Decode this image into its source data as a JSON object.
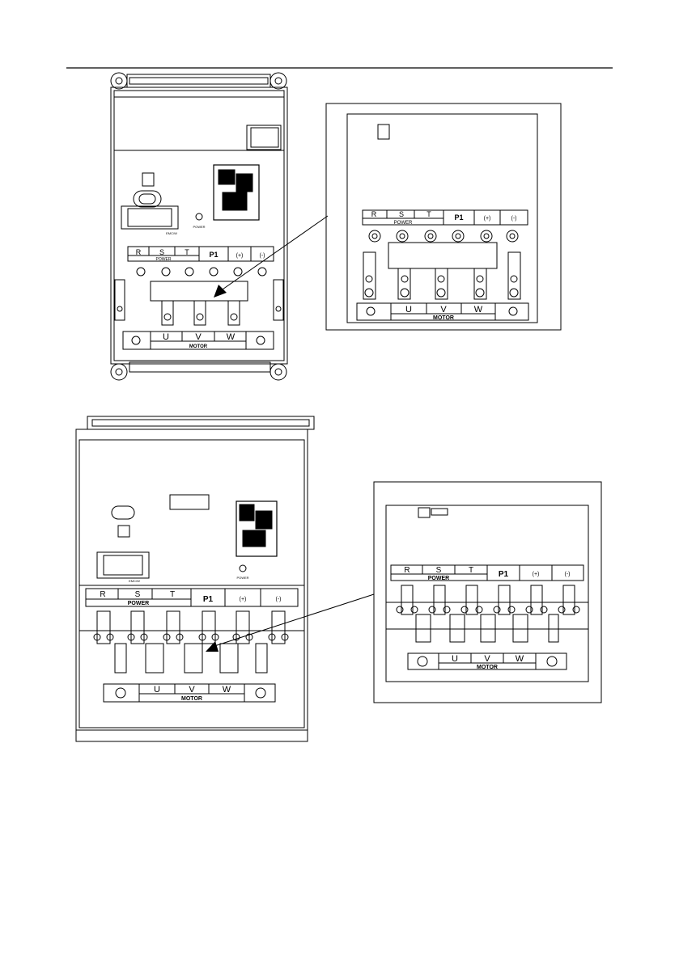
{
  "diagram1": {
    "main": {
      "power_labels": [
        "R",
        "S",
        "T",
        "P1",
        "(+)",
        "(-)"
      ],
      "power_caption": "POWER",
      "motor_labels": [
        "U",
        "V",
        "W"
      ],
      "motor_caption": "MOTOR",
      "fan_label": "POWER",
      "filter_label": "EMC/W"
    },
    "detail": {
      "power_labels": [
        "R",
        "S",
        "T",
        "P1",
        "(+)",
        "(-)"
      ],
      "power_caption": "POWER",
      "motor_labels": [
        "U",
        "V",
        "W"
      ],
      "motor_caption": "MOTOR"
    }
  },
  "diagram2": {
    "main": {
      "power_labels": [
        "R",
        "S",
        "T",
        "P1",
        "(+)",
        "(-)"
      ],
      "power_caption": "POWER",
      "motor_labels": [
        "U",
        "V",
        "W"
      ],
      "motor_caption": "MOTOR",
      "fan_label": "POWER",
      "filter_label": "EMC/W"
    },
    "detail": {
      "power_labels": [
        "R",
        "S",
        "T",
        "P1",
        "(+)",
        "(-)"
      ],
      "power_caption": "POWER",
      "motor_labels": [
        "U",
        "V",
        "W"
      ],
      "motor_caption": "MOTOR"
    }
  }
}
